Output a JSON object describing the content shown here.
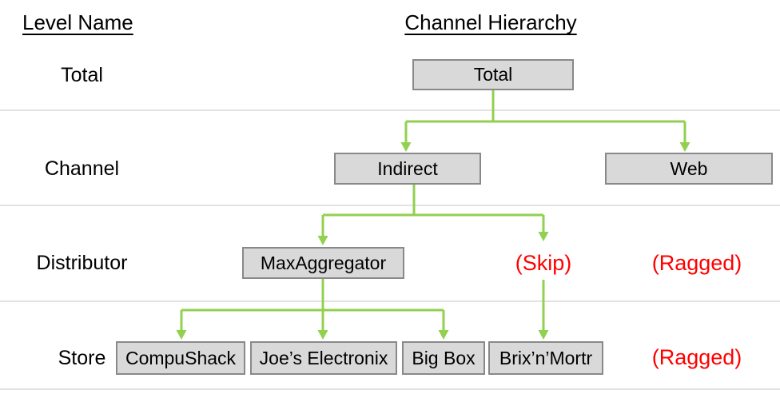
{
  "headers": {
    "level_name": "Level Name",
    "channel_hierarchy": "Channel Hierarchy"
  },
  "levels": [
    {
      "label": "Total"
    },
    {
      "label": "Channel"
    },
    {
      "label": "Distributor"
    },
    {
      "label": "Store"
    }
  ],
  "nodes": {
    "total": {
      "label": "Total",
      "level": "Total"
    },
    "indirect": {
      "label": "Indirect",
      "level": "Channel",
      "parent": "Total"
    },
    "web": {
      "label": "Web",
      "level": "Channel",
      "parent": "Total"
    },
    "maxaggregator": {
      "label": "MaxAggregator",
      "level": "Distributor",
      "parent": "Indirect"
    },
    "compushack": {
      "label": "CompuShack",
      "level": "Store",
      "parent": "MaxAggregator"
    },
    "joes_electronix": {
      "label": "Joe’s Electronix",
      "level": "Store",
      "parent": "MaxAggregator"
    },
    "big_box": {
      "label": "Big Box",
      "level": "Store",
      "parent": "MaxAggregator"
    },
    "brixnmortr": {
      "label": "Brix’n’Mortr",
      "level": "Store",
      "parent": "Indirect (skip)"
    }
  },
  "annotations": {
    "skip": {
      "label": "(Skip)",
      "level": "Distributor"
    },
    "ragged_distributor": {
      "label": "(Ragged)",
      "level": "Distributor"
    },
    "ragged_store": {
      "label": "(Ragged)",
      "level": "Store"
    }
  },
  "colors": {
    "connector_green": "#92d050",
    "box_fill": "#d9d9d9",
    "box_border": "#898989",
    "annotation_red": "#ff0000",
    "divider_gray": "#d9d9d9",
    "text_black": "#000000"
  }
}
